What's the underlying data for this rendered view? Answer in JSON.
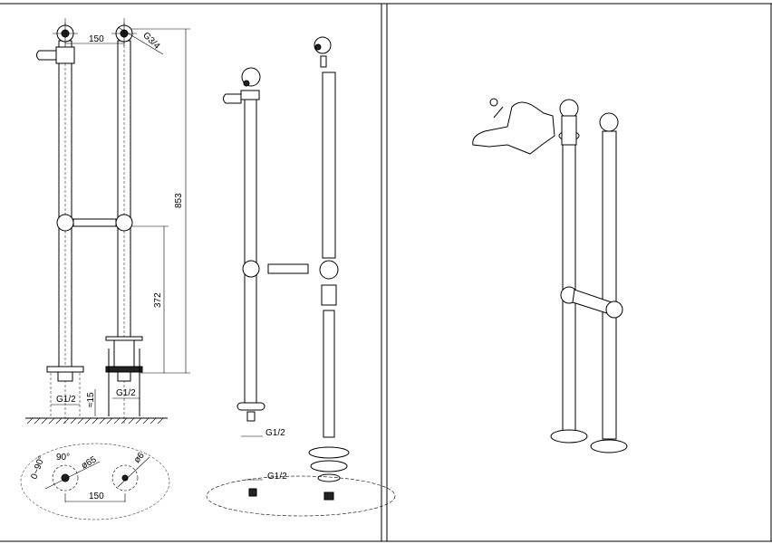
{
  "left_panel": {
    "dims": {
      "spacing_top": "150",
      "thread_top": "G3/4",
      "height_total": "853",
      "height_bar": "372",
      "thread_left": "G1/2",
      "offset": "≈15",
      "thread_right": "G1/2",
      "angle": "90°",
      "angle_range": "0~90°",
      "diameter_flange": "ø65",
      "diameter_hole": "ø6",
      "spacing_bottom": "150"
    }
  },
  "middle_panel": {
    "dims": {
      "thread_flange": "G1/2",
      "thread_base": "G1/2"
    }
  }
}
